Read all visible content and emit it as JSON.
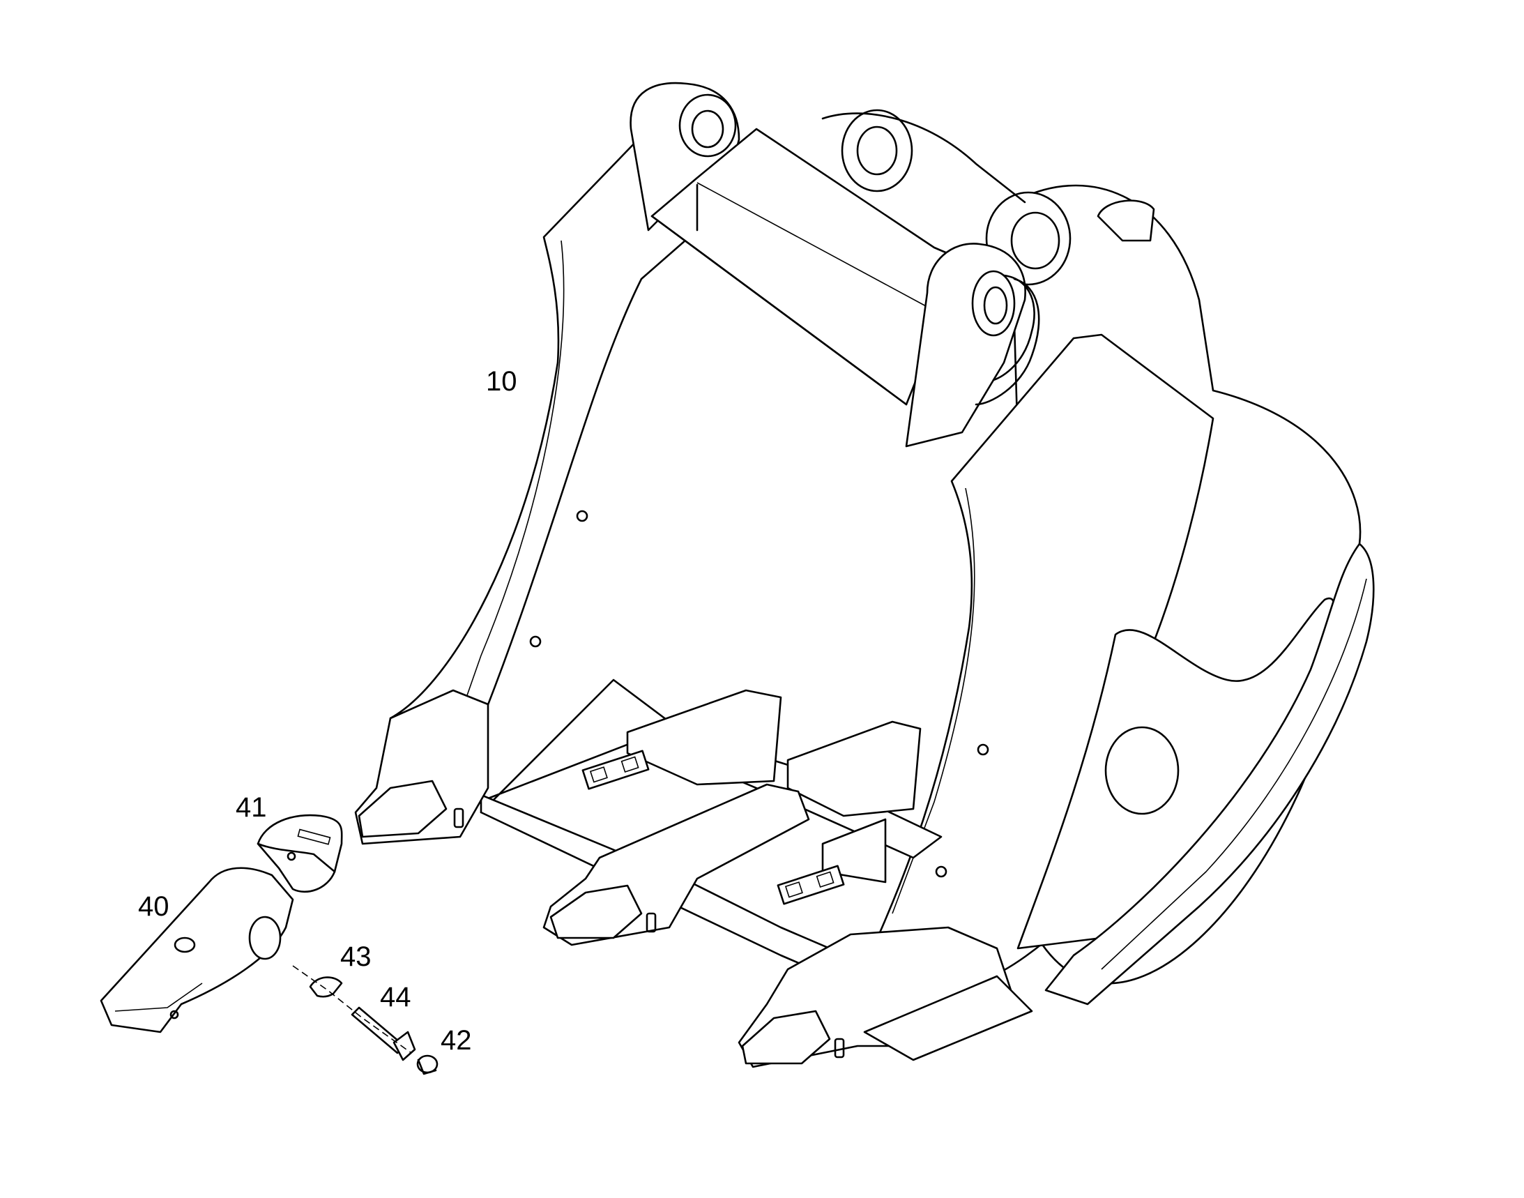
{
  "diagram": {
    "line_color": "#000000",
    "background": "#ffffff",
    "callouts": {
      "bucket": "10",
      "tooth": "40",
      "adapter_cover": "41",
      "retainer_cap": "42",
      "lock_washer": "43",
      "pin": "44"
    }
  }
}
